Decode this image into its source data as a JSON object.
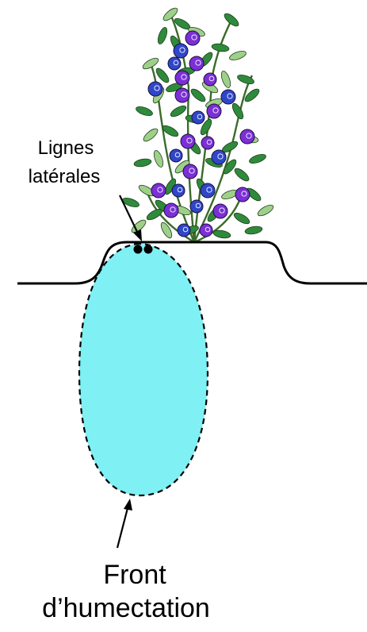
{
  "labels": {
    "lateral_lines": [
      "Lignes",
      "latérales"
    ],
    "wetting_front": [
      "Front",
      "d’humectation"
    ]
  },
  "colors": {
    "wet_zone": "#7ff0f3",
    "outline": "#000000",
    "leaf": "#2f8a3c",
    "leaf_light": "#9fd08a",
    "berry_purple": "#7d2fd6",
    "berry_blue": "#2f46c8"
  },
  "elements": {
    "plant": "blueberry-bush",
    "drip_lines_count": 2,
    "terrain": "raised-bed"
  }
}
